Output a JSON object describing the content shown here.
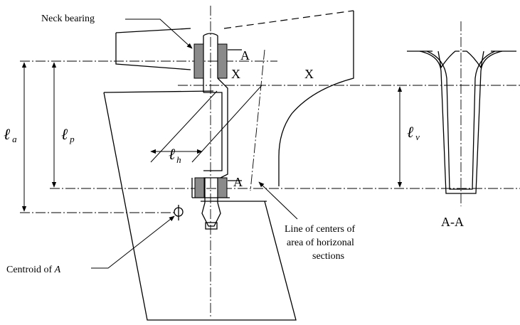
{
  "labels": {
    "neck_bearing": "Neck bearing",
    "centroid_prefix": "Centroid of ",
    "centroid_var": "A",
    "line_of_centers_1": "Line of centers of",
    "line_of_centers_2": "area of horizonal",
    "line_of_centers_3": "sections",
    "section_label": "A-A",
    "section_mark_top": "A",
    "section_mark_bottom": "A",
    "x_mark_left": "X",
    "x_mark_right": "X"
  },
  "dimensions": {
    "la": {
      "symbol": "ℓ",
      "sub": "a"
    },
    "lp": {
      "symbol": "ℓ",
      "sub": "p"
    },
    "lh": {
      "symbol": "ℓ",
      "sub": "h"
    },
    "lv": {
      "symbol": "ℓ",
      "sub": "v"
    }
  }
}
